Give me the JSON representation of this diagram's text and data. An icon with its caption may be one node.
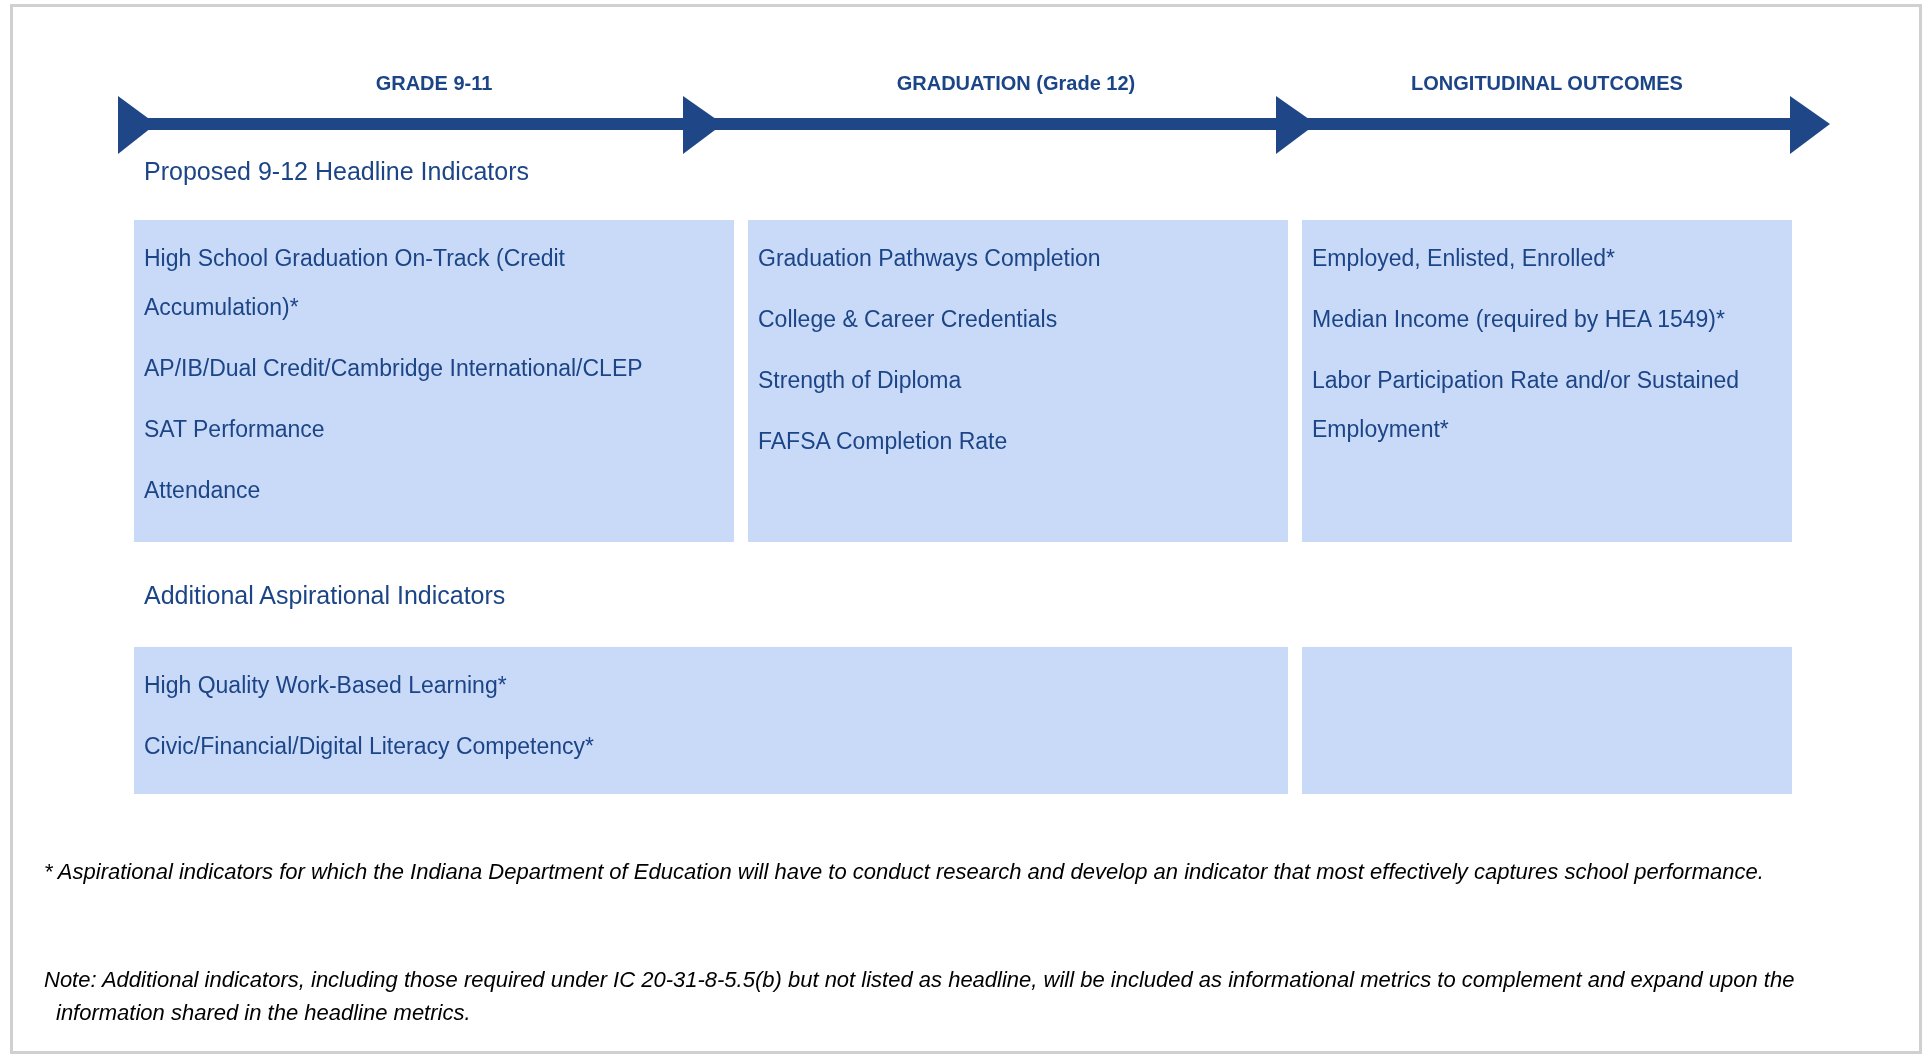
{
  "diagram": {
    "nodes": [
      {
        "text": [
          "High School Graduation On-Track (Credit Accumulation)*",
          "AP/IB/Dual Credit/Cambridge International/CLEP",
          "SAT Performance",
          "Attendance"
        ]
      },
      {
        "text": [
          "Graduation Pathways Completion",
          "College & Career Credentials",
          "Strength of Diploma",
          "FAFSA Completion Rate"
        ]
      },
      {
        "text": [
          "Employed, Enlisted, Enrolled*",
          "Median Income (required by HEA 1549)*",
          "Labor Participation Rate and/or Sustained Employment*"
        ]
      },
      {
        "text": [
          "High Quality Work-Based Learning*",
          "Civic/Financial/Digital Literacy Competency*"
        ]
      },
      {
        "text": [],
        "shape": "box"
      }
    ],
    "edges": [],
    "labels": [
      "GRADE 9-11",
      "GRADUATION (Grade 12)",
      "LONGITUDINAL OUTCOMES",
      "Proposed 9-12 Headline Indicators",
      "Additional Aspirational Indicators",
      "* Aspirational indicators for which the Indiana Department of Education will have to conduct research and develop an indicator that most effectively captures school performance.",
      "Note: Additional indicators, including those required under IC 20-31-8-5.5(b) but not listed as headline, will be included as informational metrics to complement and expand upon the information shared in the headline metrics."
    ]
  }
}
